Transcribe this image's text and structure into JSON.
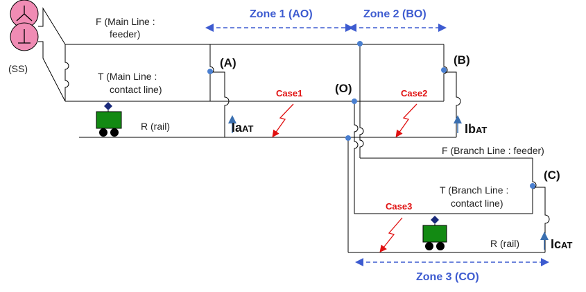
{
  "zones": {
    "zone1": "Zone 1 (AO)",
    "zone2": "Zone 2 (BO)",
    "zone3": "Zone 3 (CO)"
  },
  "substation": {
    "label": "(SS)"
  },
  "main_line": {
    "feeder_line1": "F (Main Line :",
    "feeder_line2": "feeder)",
    "contact_line1": "T (Main Line :",
    "contact_line2": "contact line)",
    "rail": "R (rail)"
  },
  "branch_line": {
    "feeder": "F (Branch Line : feeder)",
    "contact_line1": "T (Branch Line :",
    "contact_line2": "contact line)",
    "rail": "R (rail)"
  },
  "nodes": {
    "a": "(A)",
    "b": "(B)",
    "o": "(O)",
    "c": "(C)"
  },
  "cases": {
    "case1": "Case1",
    "case2": "Case2",
    "case3": "Case3"
  },
  "currents": {
    "ia": {
      "main": "Ia",
      "sub": "AT"
    },
    "ib": {
      "main": "Ib",
      "sub": "AT"
    },
    "ic": {
      "main": "Ic",
      "sub": "AT"
    }
  },
  "colors": {
    "zone": "#3d5bd0",
    "case": "#e01010",
    "node_dot": "#4a7fd0",
    "train": "#138a13",
    "substation": "#f08cb4"
  },
  "icons": [
    "transformer-icon",
    "train-icon",
    "fault-bolt-icon"
  ]
}
